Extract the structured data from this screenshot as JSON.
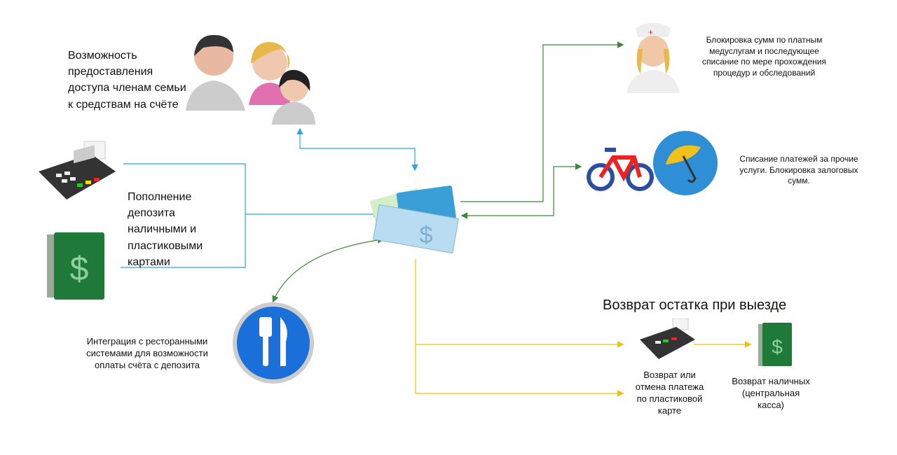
{
  "texts": {
    "family_access": "Возможность предоставления доступа членам семьи к средствам на счёте",
    "deposit_topup": "Пополнение депозита наличными и пластиковыми картами",
    "restaurant": "Интеграция с ресторанными системами для возможности оплаты счёта с депозита",
    "medical": "Блокировка сумм по платным медуслугам и последующее списание по мере прохождения процедур и обследований",
    "other_services": "Списание платежей за прочие услуги. Блокировка залоговых сумм.",
    "checkout_title": "Возврат остатка при выезде",
    "card_refund": "Возврат или отмена платежа по пластиковой карте",
    "cash_refund": "Возврат наличных (центральная касса)"
  },
  "colors": {
    "blue_line": "#29a8e0",
    "green_line": "#3a8a3a",
    "yellow_line": "#f5c000"
  }
}
